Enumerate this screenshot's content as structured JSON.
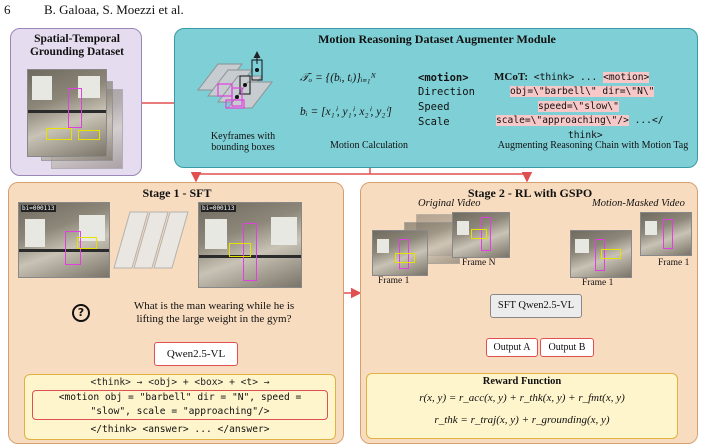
{
  "header": {
    "page_number": "6",
    "authors": "B. Galoaa, S. Moezzi et al."
  },
  "dataset": {
    "title_line1": "Spatial-Temporal",
    "title_line2": "Grounding Dataset"
  },
  "augmenter": {
    "title": "Motion Reasoning Dataset Augmenter Module",
    "keyframes_label_1": "Keyframes with",
    "keyframes_label_2": "bounding boxes",
    "formula_To": "𝒯ₒ = {(bᵢ, tᵢ)}ᵢ₌₁ᴺ",
    "formula_bi": "bᵢ = [x₁ⁱ, y₁ⁱ, x₂ⁱ, y₂ⁱ]",
    "motion_tag": "<motion>",
    "attr_direction": "Direction",
    "attr_speed": "Speed",
    "attr_scale": "Scale",
    "motion_calc_label": "Motion Calculation",
    "mcot_label": "MCoT:",
    "mcot_line1a": "<think> ... ",
    "mcot_line1b": "<motion>",
    "mcot_line2": "obj=\\\"barbell\\\" dir=\\\"N\\\"",
    "mcot_line3": "speed=\\\"slow\\\"",
    "mcot_line4": "scale=\\\"approaching\\\"/>",
    "mcot_line4b": " ...</",
    "mcot_line5": "think>",
    "augment_label": "Augmenting Reasoning Chain with Motion Tag"
  },
  "stage1": {
    "title": "Stage 1 - SFT",
    "question_line1": "What is the man wearing while he is",
    "question_line2": "lifting the large weight in the gym?",
    "model": "Qwen2.5-VL",
    "think_line": "<think> → <obj> + <box> + <t> →",
    "motion_line1": "<motion obj = \"barbell\" dir = \"N\", speed =",
    "motion_line2": "\"slow\", scale = \"approaching\"/>",
    "answer_line": "</think> <answer> ... </answer>",
    "frame_caption_left": "bi=000113",
    "frame_caption_right": "bi=000113"
  },
  "stage2": {
    "title": "Stage 2 - RL with GSPO",
    "original_video": "Original Video",
    "masked_video": "Motion-Masked Video",
    "frame_n": "Frame N",
    "frame_1a": "Frame 1",
    "frame_1b": "Frame 1",
    "frame_1c": "Frame 1",
    "sft_model": "SFT Qwen2.5-VL",
    "output_a": "Output A",
    "output_b": "Output B",
    "reward_title": "Reward Function",
    "reward_eq1": "r(x, y) = r_acc(x, y) + r_thk(x, y) + r_fmt(x, y)",
    "reward_eq2": "r_thk = r_traj(x, y) + r_grounding(x, y)"
  },
  "colors": {
    "dataset_bg": "#e6dcef",
    "dataset_border": "#9a86b8",
    "augmenter_bg": "#7fd0d6",
    "augmenter_border": "#3a9aa5",
    "stage_bg": "#f8dcc0",
    "stage_border": "#d8a070",
    "arrow_red": "#e05050",
    "reward_bg": "#fff5cc",
    "reward_border": "#e0b040"
  }
}
